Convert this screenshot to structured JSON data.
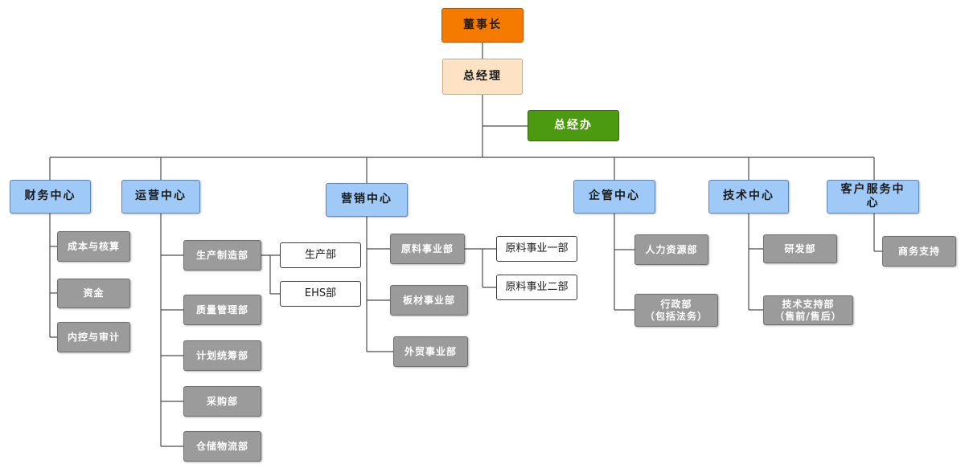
{
  "chairman": "董事长",
  "general_manager": "总经理",
  "general_office": "总经办",
  "centers": {
    "finance": {
      "label": "财务中心",
      "depts": [
        "成本与核算",
        "资金",
        "内控与审计"
      ]
    },
    "operations": {
      "label": "运营中心",
      "depts": [
        "生产制造部",
        "质量管理部",
        "计划统筹部",
        "采购部",
        "仓储物流部"
      ],
      "production_subs": [
        "生产部",
        "EHS部"
      ]
    },
    "marketing": {
      "label": "营销中心",
      "depts": [
        "原料事业部",
        "板材事业部",
        "外贸事业部"
      ],
      "raw_material_subs": [
        "原料事业一部",
        "原料事业二部"
      ]
    },
    "management": {
      "label": "企管中心",
      "depts": [
        "人力资源部",
        "行政部\n（包括法务）"
      ]
    },
    "technology": {
      "label": "技术中心",
      "depts": [
        "研发部",
        "技术支持部\n（售前/售后）"
      ]
    },
    "customer_service": {
      "label": "客户服务中\n心",
      "depts": [
        "商务支持"
      ]
    }
  },
  "colors": {
    "chairman": "#f47b00",
    "general_manager": "#fde2c4",
    "general_office": "#4c9a0f",
    "center": "#9fcaf7",
    "department": "#9b9b9b",
    "sub_department": "#ffffff"
  }
}
